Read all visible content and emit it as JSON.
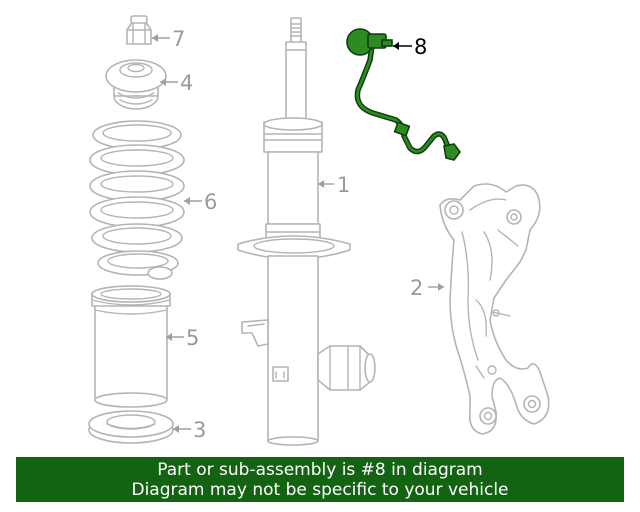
{
  "callouts": {
    "c1": "1",
    "c2": "2",
    "c3": "3",
    "c4": "4",
    "c5": "5",
    "c6": "6",
    "c7": "7",
    "c8": "8"
  },
  "highlight": {
    "part": "8",
    "color": "#2e8b22"
  },
  "banner": {
    "line1": "Part or sub-assembly is #8 in diagram",
    "line2": "Diagram may not be specific to your vehicle",
    "background": "#136313",
    "text_color": "#ffffff"
  }
}
